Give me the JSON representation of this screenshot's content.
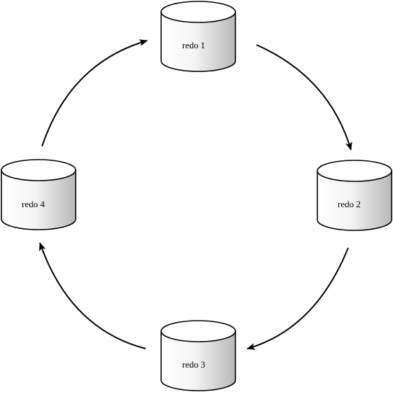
{
  "diagram": {
    "nodes": [
      {
        "id": "redo1",
        "label": "redo 1"
      },
      {
        "id": "redo2",
        "label": "redo 2"
      },
      {
        "id": "redo3",
        "label": "redo 3"
      },
      {
        "id": "redo4",
        "label": "redo 4"
      }
    ],
    "edges": [
      {
        "from": "redo1",
        "to": "redo2"
      },
      {
        "from": "redo2",
        "to": "redo3"
      },
      {
        "from": "redo3",
        "to": "redo4"
      },
      {
        "from": "redo4",
        "to": "redo1"
      }
    ],
    "colors": {
      "stroke": "#000000",
      "fill_light": "#ffffff",
      "fill_dark": "#b8b8b8"
    }
  }
}
